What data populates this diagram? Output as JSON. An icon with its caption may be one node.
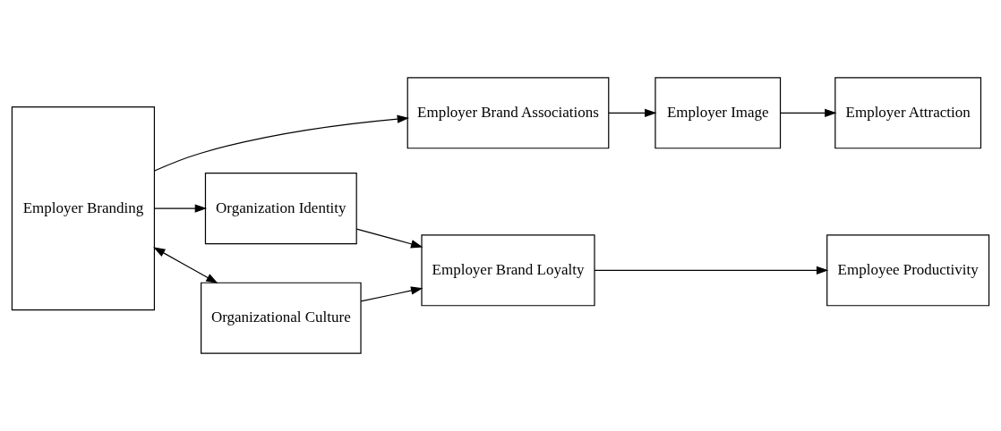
{
  "diagram": {
    "nodes": [
      {
        "text": [
          "Employer Branding"
        ]
      },
      {
        "text": [
          "Employer Brand Associations"
        ]
      },
      {
        "text": [
          "Employer Image"
        ]
      },
      {
        "text": [
          "Employer Attraction"
        ]
      },
      {
        "text": [
          "Organization Identity"
        ]
      },
      {
        "text": [
          "Employer Brand Loyalty"
        ]
      },
      {
        "text": [
          "Employee Productivity"
        ]
      },
      {
        "text": [
          "Organizational Culture"
        ]
      }
    ],
    "edges": [
      {
        "from": 0,
        "to": 1,
        "arrow": "to"
      },
      {
        "from": 1,
        "to": 2,
        "arrow": "to"
      },
      {
        "from": 2,
        "to": 3,
        "arrow": "to"
      },
      {
        "from": 0,
        "to": 4,
        "arrow": "to"
      },
      {
        "from": 0,
        "to": 7,
        "arrow": "both"
      },
      {
        "from": 4,
        "to": 5,
        "arrow": "to"
      },
      {
        "from": 7,
        "to": 5,
        "arrow": "to"
      },
      {
        "from": 5,
        "to": 6,
        "arrow": "to"
      }
    ]
  }
}
